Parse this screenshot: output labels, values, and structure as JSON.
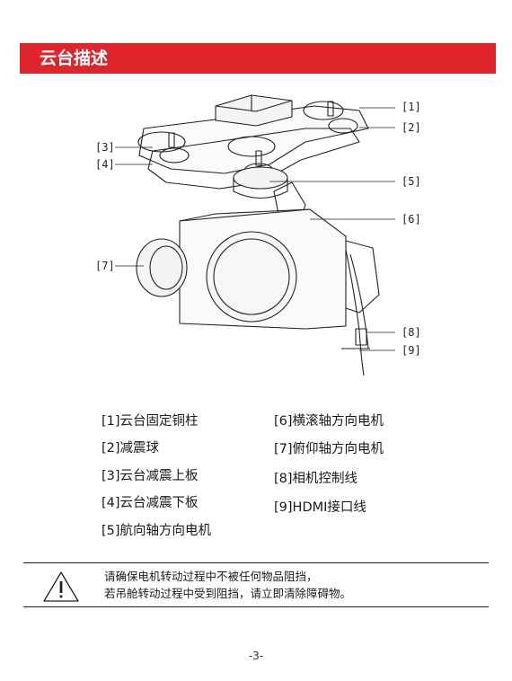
{
  "header": {
    "title": "云台描述",
    "accent": "#e0242b"
  },
  "callouts": [
    "[1]",
    "[2]",
    "[3]",
    "[4]",
    "[5]",
    "[6]",
    "[7]",
    "[8]",
    "[9]"
  ],
  "legend": {
    "left": [
      "[1]云台固定铜柱",
      "[2]减震球",
      "[3]云台减震上板",
      "[4]云台减震下板",
      "[5]航向轴方向电机"
    ],
    "right": [
      "[6]横滚轴方向电机",
      "[7]俯仰轴方向电机",
      "[8]相机控制线",
      "[9]HDMI接口线"
    ]
  },
  "warning": {
    "icon": "warning-triangle-icon",
    "lines": [
      "请确保电机转动过程中不被任何物品阻挡，",
      "若吊舱转动过程中受到阻挡，请立即清除障碍物。"
    ]
  },
  "page_number": "-3-"
}
